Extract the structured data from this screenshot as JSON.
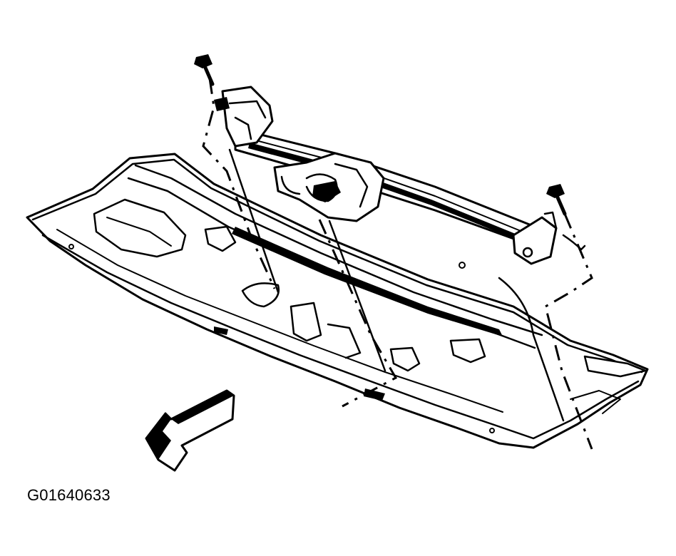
{
  "figure": {
    "code": "G01640633"
  },
  "parts": [
    "wiper-module",
    "left-bolt",
    "right-bolt",
    "air-inlet-panel",
    "front-direction-arrow"
  ],
  "colors": {
    "ink": "#000000",
    "background": "#ffffff"
  }
}
